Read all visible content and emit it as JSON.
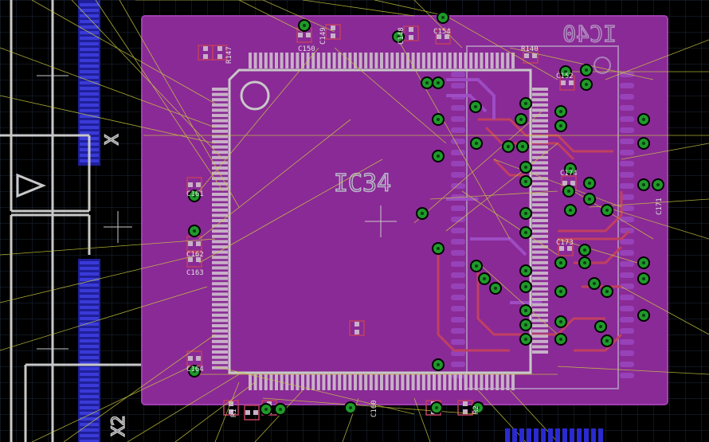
{
  "colors": {
    "background": "#000000",
    "grid": "#1e2a3a",
    "pour": "#8a2a96",
    "pour_edge": "#a040b0",
    "silkscreen": "#d0d0d0",
    "silkscreen_faint": "#b090c0",
    "pad": "#c8b0c8",
    "pad_edge": "#e0d0e0",
    "via_ring": "#000000",
    "via_fill": "#1f9a2a",
    "top_trace": "#c04060",
    "bottom_trace": "#2a2ad0",
    "airwire": "#c8c840",
    "layer_outline": "#9a50c0"
  },
  "labels": {
    "ic34": "IC34",
    "ic40": "IC40",
    "x2": "X2",
    "x_upper": "X",
    "r140": "R140",
    "c152": "C152",
    "c154": "C154",
    "c174": "C174",
    "c173": "C173",
    "c150": "C150",
    "r147": "R147",
    "c149": "C149",
    "c148": "C148",
    "c160": "C160",
    "c161": "C161",
    "c162": "C162",
    "c163": "C163",
    "c164": "C164",
    "c171": "C171",
    "r1": "R1",
    "r2": "R2"
  }
}
